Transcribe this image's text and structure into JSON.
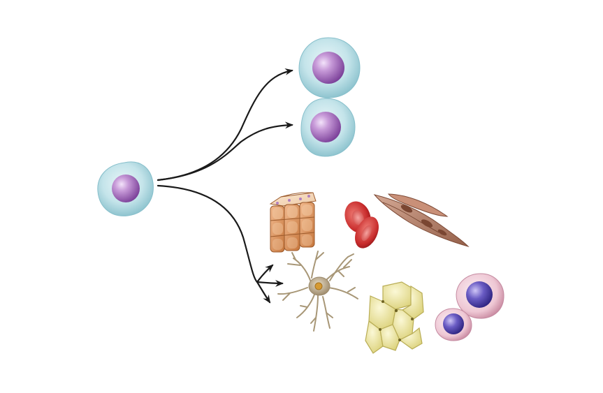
{
  "diagram": {
    "label_boxes": [
      "",
      "",
      "",
      "",
      ""
    ],
    "colors": {
      "stem_cell_membrane": "#b7dde4",
      "stem_cell_nucleus": "#9a5fb4",
      "arrow": "#1a1a1a",
      "epithelial": "#d98a4c",
      "red_blood_cell": "#c0282a",
      "smooth_muscle": "#a8705a",
      "neuron": "#b9a98e",
      "adipocyte": "#efe9a0",
      "white_blood_cell_membrane": "#e7b9c9",
      "white_blood_cell_nucleus": "#4f43a8"
    },
    "cells": [
      {
        "kind": "stem-cell",
        "role": "original"
      },
      {
        "kind": "stem-cell",
        "role": "self-renewed copy 1"
      },
      {
        "kind": "stem-cell",
        "role": "self-renewed copy 2"
      },
      {
        "kind": "epithelial-cells"
      },
      {
        "kind": "red-blood-cells"
      },
      {
        "kind": "smooth-muscle-cells"
      },
      {
        "kind": "neuron"
      },
      {
        "kind": "fat-cells"
      },
      {
        "kind": "white-blood-cells"
      }
    ]
  }
}
